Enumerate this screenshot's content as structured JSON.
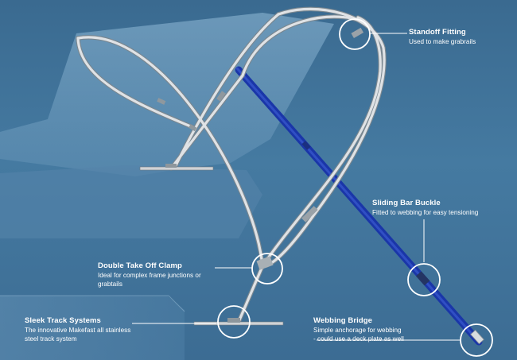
{
  "callouts": {
    "standoff": {
      "title": "Standoff Fitting",
      "desc_lines": [
        "Used to make grabrails"
      ]
    },
    "sliding": {
      "title": "Sliding Bar Buckle",
      "desc_lines": [
        "Fitted to webbing for easy tensioning"
      ]
    },
    "clamp": {
      "title": "Double Take Off Clamp",
      "desc_lines": [
        "Ideal for complex frame junctions or",
        "grabtails"
      ]
    },
    "track": {
      "title": "Sleek Track Systems",
      "desc_lines": [
        "The innovative Makefast all stainless",
        "steel track system"
      ]
    },
    "webbing": {
      "title": "Webbing Bridge",
      "desc_lines": [
        "Simple anchorage for webbing",
        "- could use a deck plate as well"
      ]
    }
  },
  "colors": {
    "background": "#3f6f94",
    "boat_silhouette": "#6a98ba",
    "frame_tube": "#c8ccd0",
    "webbing": "#1f3fb5",
    "callout_text": "#ffffff",
    "callout_circle": "#ffffff"
  }
}
